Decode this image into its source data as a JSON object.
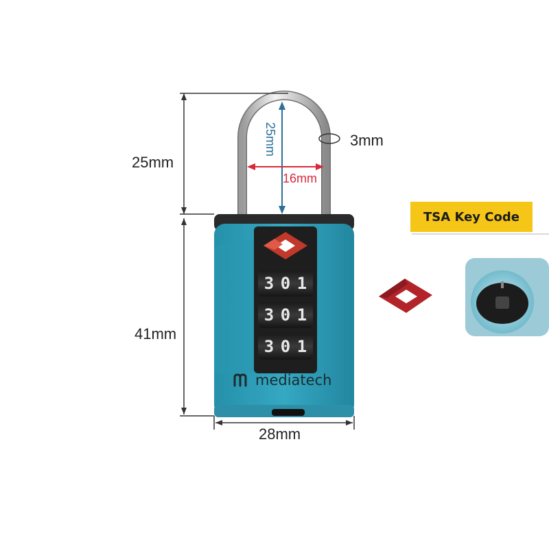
{
  "dimensions": {
    "shackle_height": "25mm",
    "body_height": "41mm",
    "body_width": "28mm",
    "shackle_thickness": "3mm",
    "inner_height": "25mm",
    "inner_width": "16mm"
  },
  "brand": {
    "name": "mediatech"
  },
  "tsa": {
    "banner_label": "TSA Key Code",
    "icon": "tsa-diamond-icon"
  },
  "dials": [
    "3",
    "0",
    "1"
  ],
  "colors": {
    "lock_body": "#2f9db5",
    "banner": "#f5c518",
    "tsa_red": "#c0392b",
    "dim_arrow_red": "#d9283a",
    "dim_arrow_blue": "#2b6f9a"
  }
}
